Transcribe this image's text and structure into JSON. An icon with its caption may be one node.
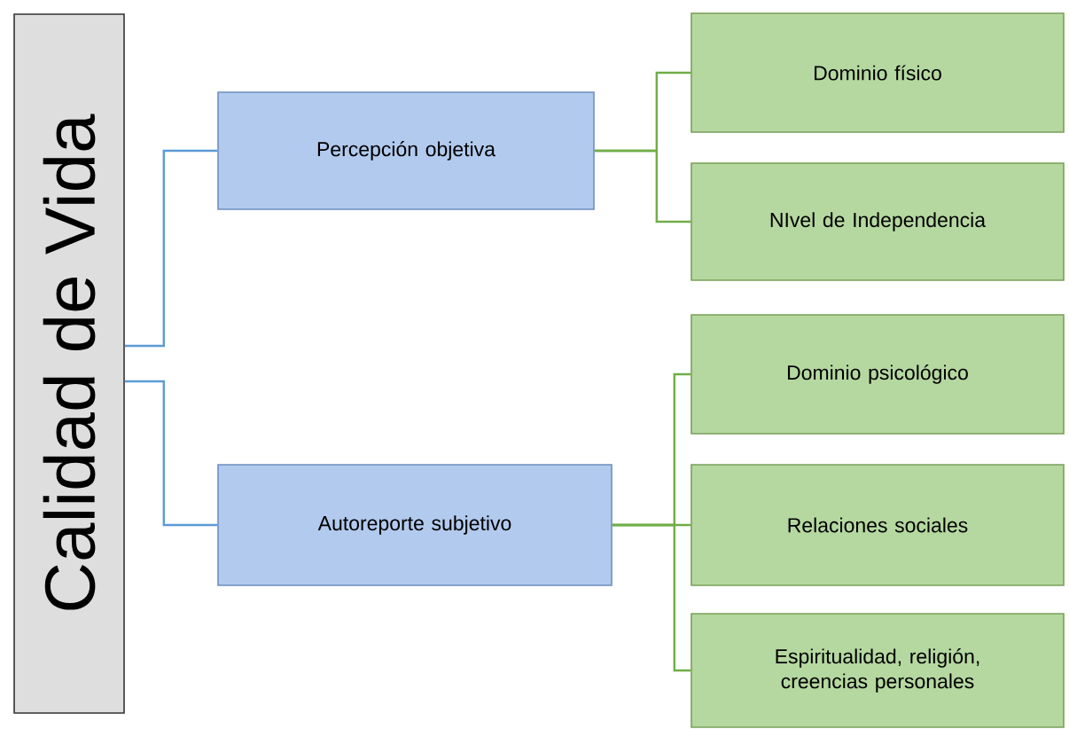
{
  "diagram": {
    "nodes": [
      {
        "text": [
          "Calidad de Vida"
        ]
      },
      {
        "text": [
          "Percepción objetiva"
        ]
      },
      {
        "text": [
          "Autoreporte subjetivo"
        ]
      },
      {
        "text": [
          "Dominio físico"
        ]
      },
      {
        "text": [
          "NIvel de Independencia"
        ]
      },
      {
        "text": [
          "Dominio psicológico"
        ]
      },
      {
        "text": [
          "Relaciones sociales"
        ]
      },
      {
        "text": [
          "Espiritualidad, religión, creencias personales"
        ]
      }
    ],
    "edges": [
      {
        "from": 0,
        "to": 1,
        "arrow": "none",
        "color": "#5b9bd5"
      },
      {
        "from": 0,
        "to": 2,
        "arrow": "none",
        "color": "#5b9bd5"
      },
      {
        "from": 1,
        "to": 3,
        "arrow": "none"
      },
      {
        "from": 1,
        "to": 4,
        "arrow": "none"
      },
      {
        "from": 2,
        "to": 5,
        "arrow": "none"
      },
      {
        "from": 2,
        "to": 6,
        "arrow": "none"
      },
      {
        "from": 2,
        "to": 7,
        "arrow": "none"
      }
    ]
  }
}
